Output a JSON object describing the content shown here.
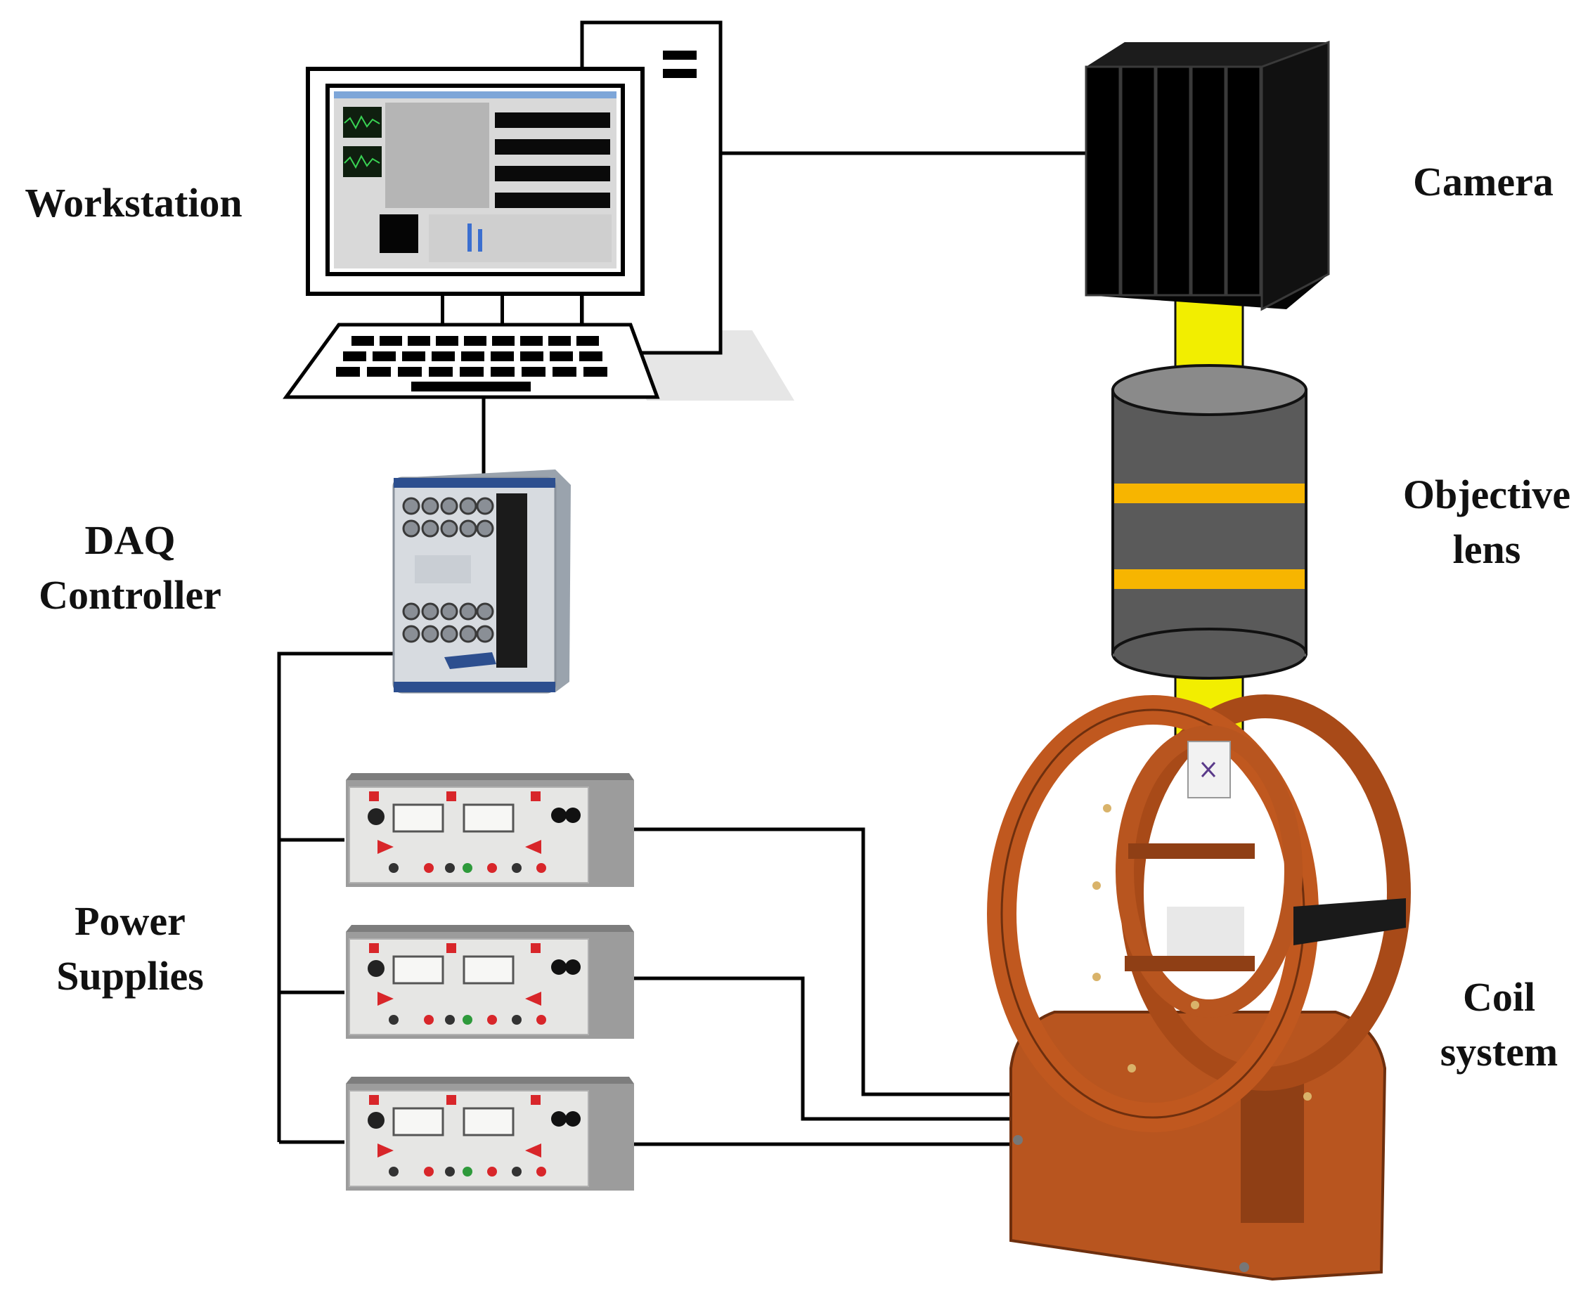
{
  "labels": {
    "workstation": "Workstation",
    "camera": "Camera",
    "daq_line1": "DAQ",
    "daq_line2": "Controller",
    "objective_line1": "Objective",
    "objective_line2": "lens",
    "power_line1": "Power",
    "power_line2": "Supplies",
    "coil_line1": "Coil",
    "coil_line2": "system"
  },
  "colors": {
    "line": "#000000",
    "camera_body": "#0a0a0a",
    "light_path": "#f2ee00",
    "lens_body": "#5a5a5a",
    "lens_band": "#f7b500",
    "coil_frame": "#b8551f",
    "daq_body": "#d7dbe0",
    "supply_body": "#e6e6e4",
    "supply_indicator": "#d8262a"
  },
  "icons": {
    "workstation": "computer-monitor-icon",
    "daq": "daq-device-icon",
    "supply": "bench-power-supply-icon",
    "camera": "camera-icon",
    "objective": "objective-lens-icon",
    "coil": "helmholtz-coil-icon"
  }
}
